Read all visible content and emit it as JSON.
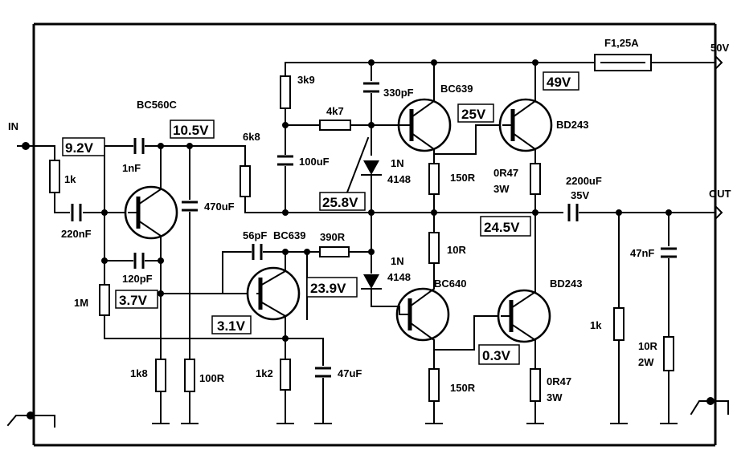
{
  "labels": {
    "in": "IN",
    "out": "OUT",
    "supply": "50V",
    "fuse": "F1,25A",
    "q1": "BC560C",
    "q2": "BC639",
    "q3": "BC639",
    "q4": "BD243",
    "q5": "BC640",
    "q6": "BD243",
    "r_in": "1k",
    "c_in": "220nF",
    "c_fb1": "1nF",
    "c_fb2": "120pF",
    "r_1m": "1M",
    "r_1k8": "1k8",
    "r_100r": "100R",
    "c_470u": "470uF",
    "r_6k8": "6k8",
    "r_3k9": "3k9",
    "c_100u": "100uF",
    "r_4k7": "4k7",
    "c_330p": "330pF",
    "d1": "1N\n4148",
    "d2": "1N\n4148",
    "c_56p": "56pF",
    "r_390r": "390R",
    "r_1k2": "1k2",
    "c_47u": "47uF",
    "r_150r_top": "150R",
    "r_10r": "10R",
    "r_150r_bot": "150R",
    "r_0r47_top": "0R47\n3W",
    "r_0r47_bot": "0R47\n3W",
    "c_out": "2200uF\n35V",
    "c_47n": "47nF",
    "r_1k_out": "1k",
    "r_10r_2w": "10R\n2W"
  },
  "voltages": {
    "v_92": "9.2V",
    "v_105": "10.5V",
    "v_37": "3.7V",
    "v_31": "3.1V",
    "v_258": "25.8V",
    "v_239": "23.9V",
    "v_25": "25V",
    "v_49": "49V",
    "v_245": "24.5V",
    "v_03": "0.3V"
  }
}
